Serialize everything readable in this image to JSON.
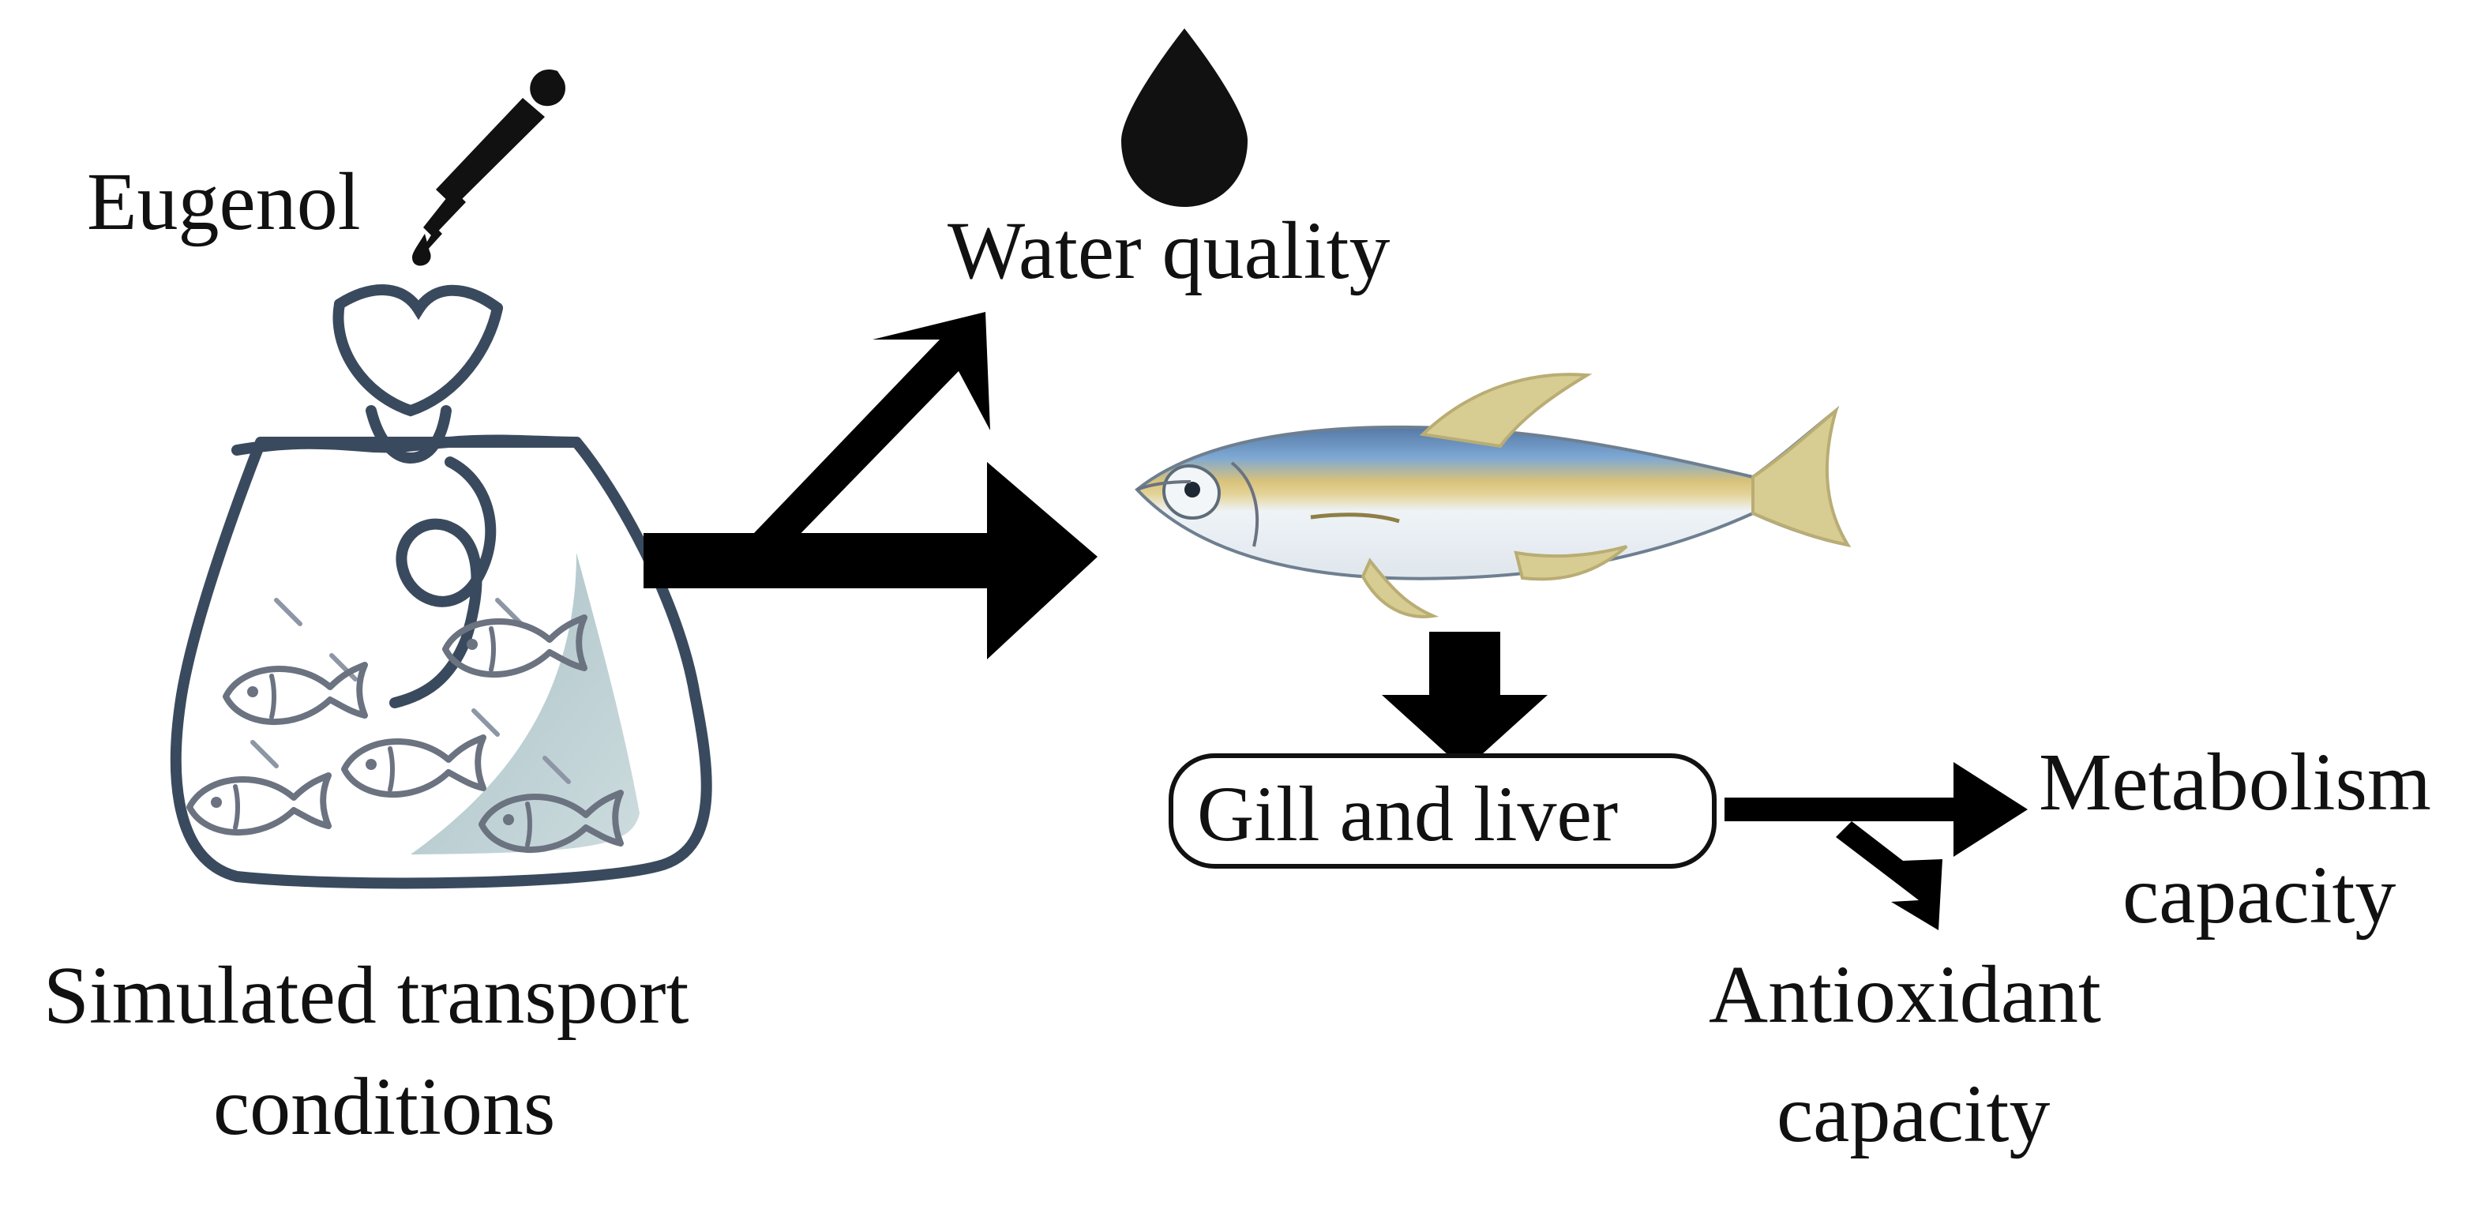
{
  "labels": {
    "eugenol": "Eugenol",
    "water_quality": "Water quality",
    "transport_line1": "Simulated transport",
    "transport_line2": "conditions",
    "box": "Gill and liver",
    "metabolism_line1": "Metabolism",
    "metabolism_line2": "capacity",
    "antioxidant_line1": "Antioxidant",
    "antioxidant_line2": "capacity"
  },
  "colors": {
    "arrow": "#000000",
    "bag_outline": "#3a4a5e",
    "bag_water": "#a9c3c7",
    "fish_outline": "#6b7280",
    "fish_back": "#4f7db6",
    "fish_stripe": "#d8c37a",
    "fish_belly": "#e9eef3",
    "fins": "#d7cc92"
  },
  "icons": {
    "dropper": "dropper-icon",
    "water_drop": "water-drop-icon",
    "bag": "transport-bag-icon",
    "fish": "yellowtail-fish-icon"
  }
}
